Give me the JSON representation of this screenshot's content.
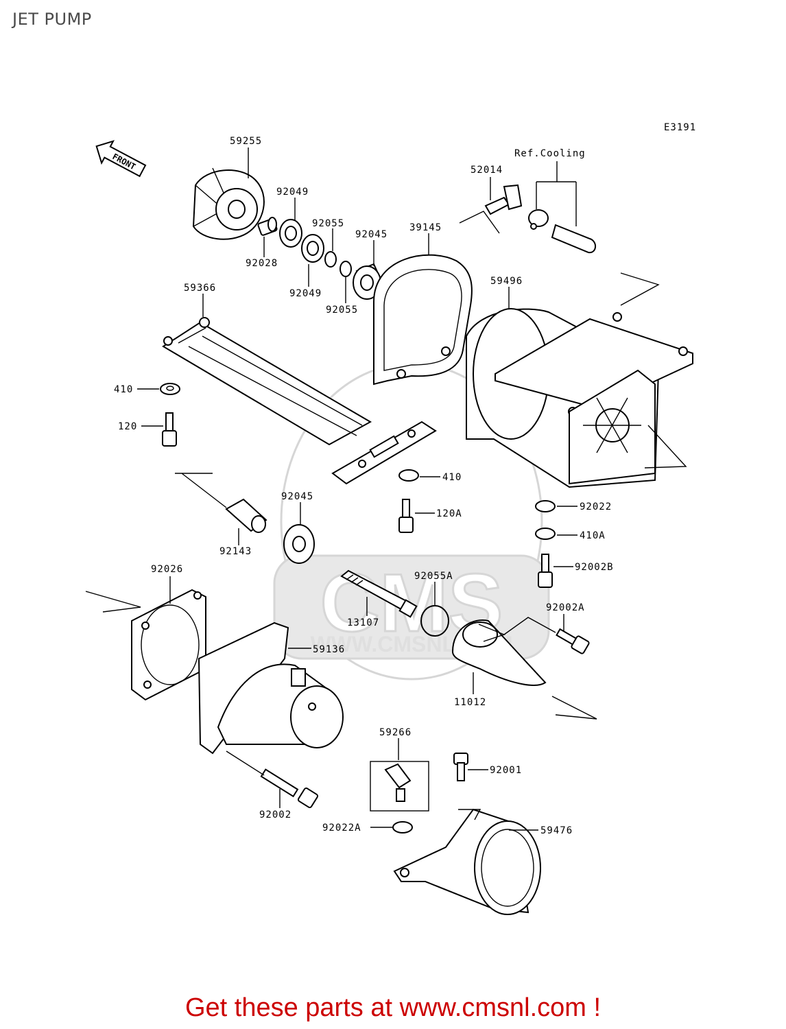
{
  "title": "JET PUMP",
  "diagram_code": "E3191",
  "front_arrow_label": "FRONT",
  "ref_note": "Ref.Cooling",
  "watermark": {
    "logo": "CMS",
    "url": "WWW.CMSNL.COM"
  },
  "footer": "Get these parts at www.cmsnl.com !",
  "callouts": {
    "p59255": "59255",
    "p92049a": "92049",
    "p92055a": "92055",
    "p92028": "92028",
    "p92049b": "92049",
    "p92045a": "92045",
    "p92055b": "92055",
    "p39145": "39145",
    "p52014": "52014",
    "p59366": "59366",
    "p59496": "59496",
    "p410a": "410",
    "p120": "120",
    "p410b": "410",
    "p92045b": "92045",
    "p120a": "120A",
    "p92022": "92022",
    "p410c": "410A",
    "p92143": "92143",
    "p92002b": "92002B",
    "p92026": "92026",
    "p92055c": "92055A",
    "p13107": "13107",
    "p92002a": "92002A",
    "p59136": "59136",
    "p11012": "11012",
    "p59266": "59266",
    "p92001": "92001",
    "p92002": "92002",
    "p92022a": "92022A",
    "p59476": "59476"
  }
}
